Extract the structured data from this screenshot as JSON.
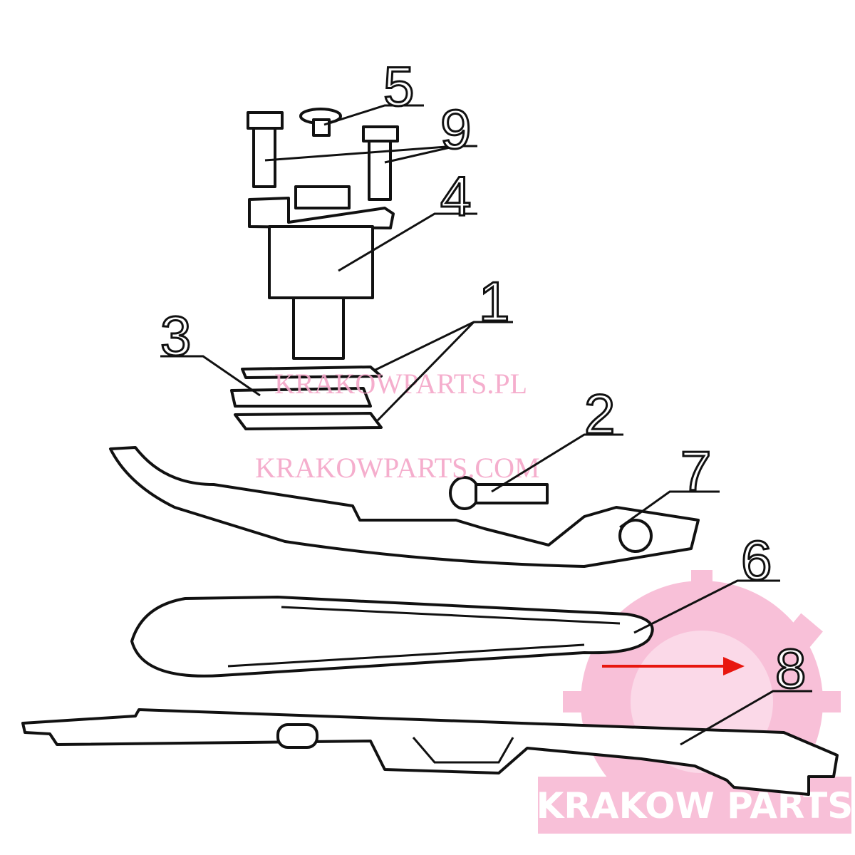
{
  "callouts": {
    "c1": "1",
    "c2": "2",
    "c3": "3",
    "c4": "4",
    "c5": "5",
    "c6": "6",
    "c7": "7",
    "c8": "8",
    "c9": "9"
  },
  "watermarks": {
    "top": "KRAKOWPARTS.PL",
    "middle": "KRAKOWPARTS.COM"
  },
  "logo": {
    "text": "KRAKOW PARTS",
    "color": "#f7b6d2"
  },
  "arrow_color": "#e8170f"
}
